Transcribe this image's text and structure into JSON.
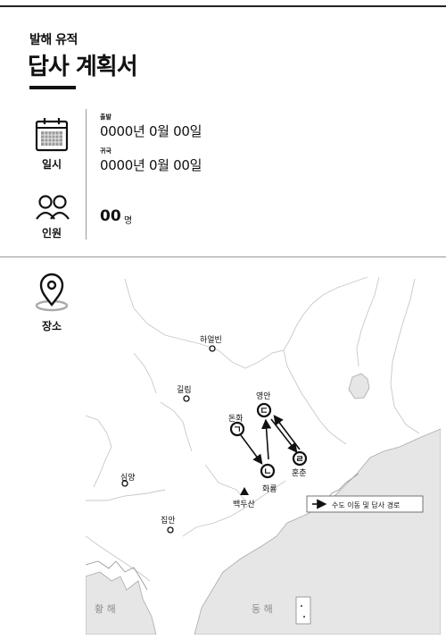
{
  "header": {
    "subtitle": "발해 유적",
    "title": "답사 계획서"
  },
  "schedule": {
    "label": "일시",
    "departure_label": "출발",
    "departure_date": "0000년 0월 00일",
    "return_label": "귀국",
    "return_date": "0000년 0월 00일"
  },
  "people": {
    "label": "인원",
    "count": "00",
    "unit": "명"
  },
  "place": {
    "label": "장소"
  },
  "map": {
    "cities": {
      "harbin": "하얼빈",
      "jilin": "길림",
      "dunhua": "돈화",
      "yongan": "영안",
      "hunchun": "훈춘",
      "hwaryong": "화룡",
      "shenyang": "심양",
      "jian": "집안",
      "baekdu": "백두산"
    },
    "markers": {
      "gieuk": "ㄱ",
      "nieun": "ㄴ",
      "digeut": "ㄷ",
      "rieul": "ㄹ"
    },
    "seas": {
      "yellow": "황 해",
      "east": "동 해"
    },
    "legend": "수도 이동 및 답사 경로",
    "colors": {
      "land": "#ffffff",
      "sea": "#e6e6e6",
      "border": "#c8c8c8",
      "route": "#111111"
    }
  }
}
